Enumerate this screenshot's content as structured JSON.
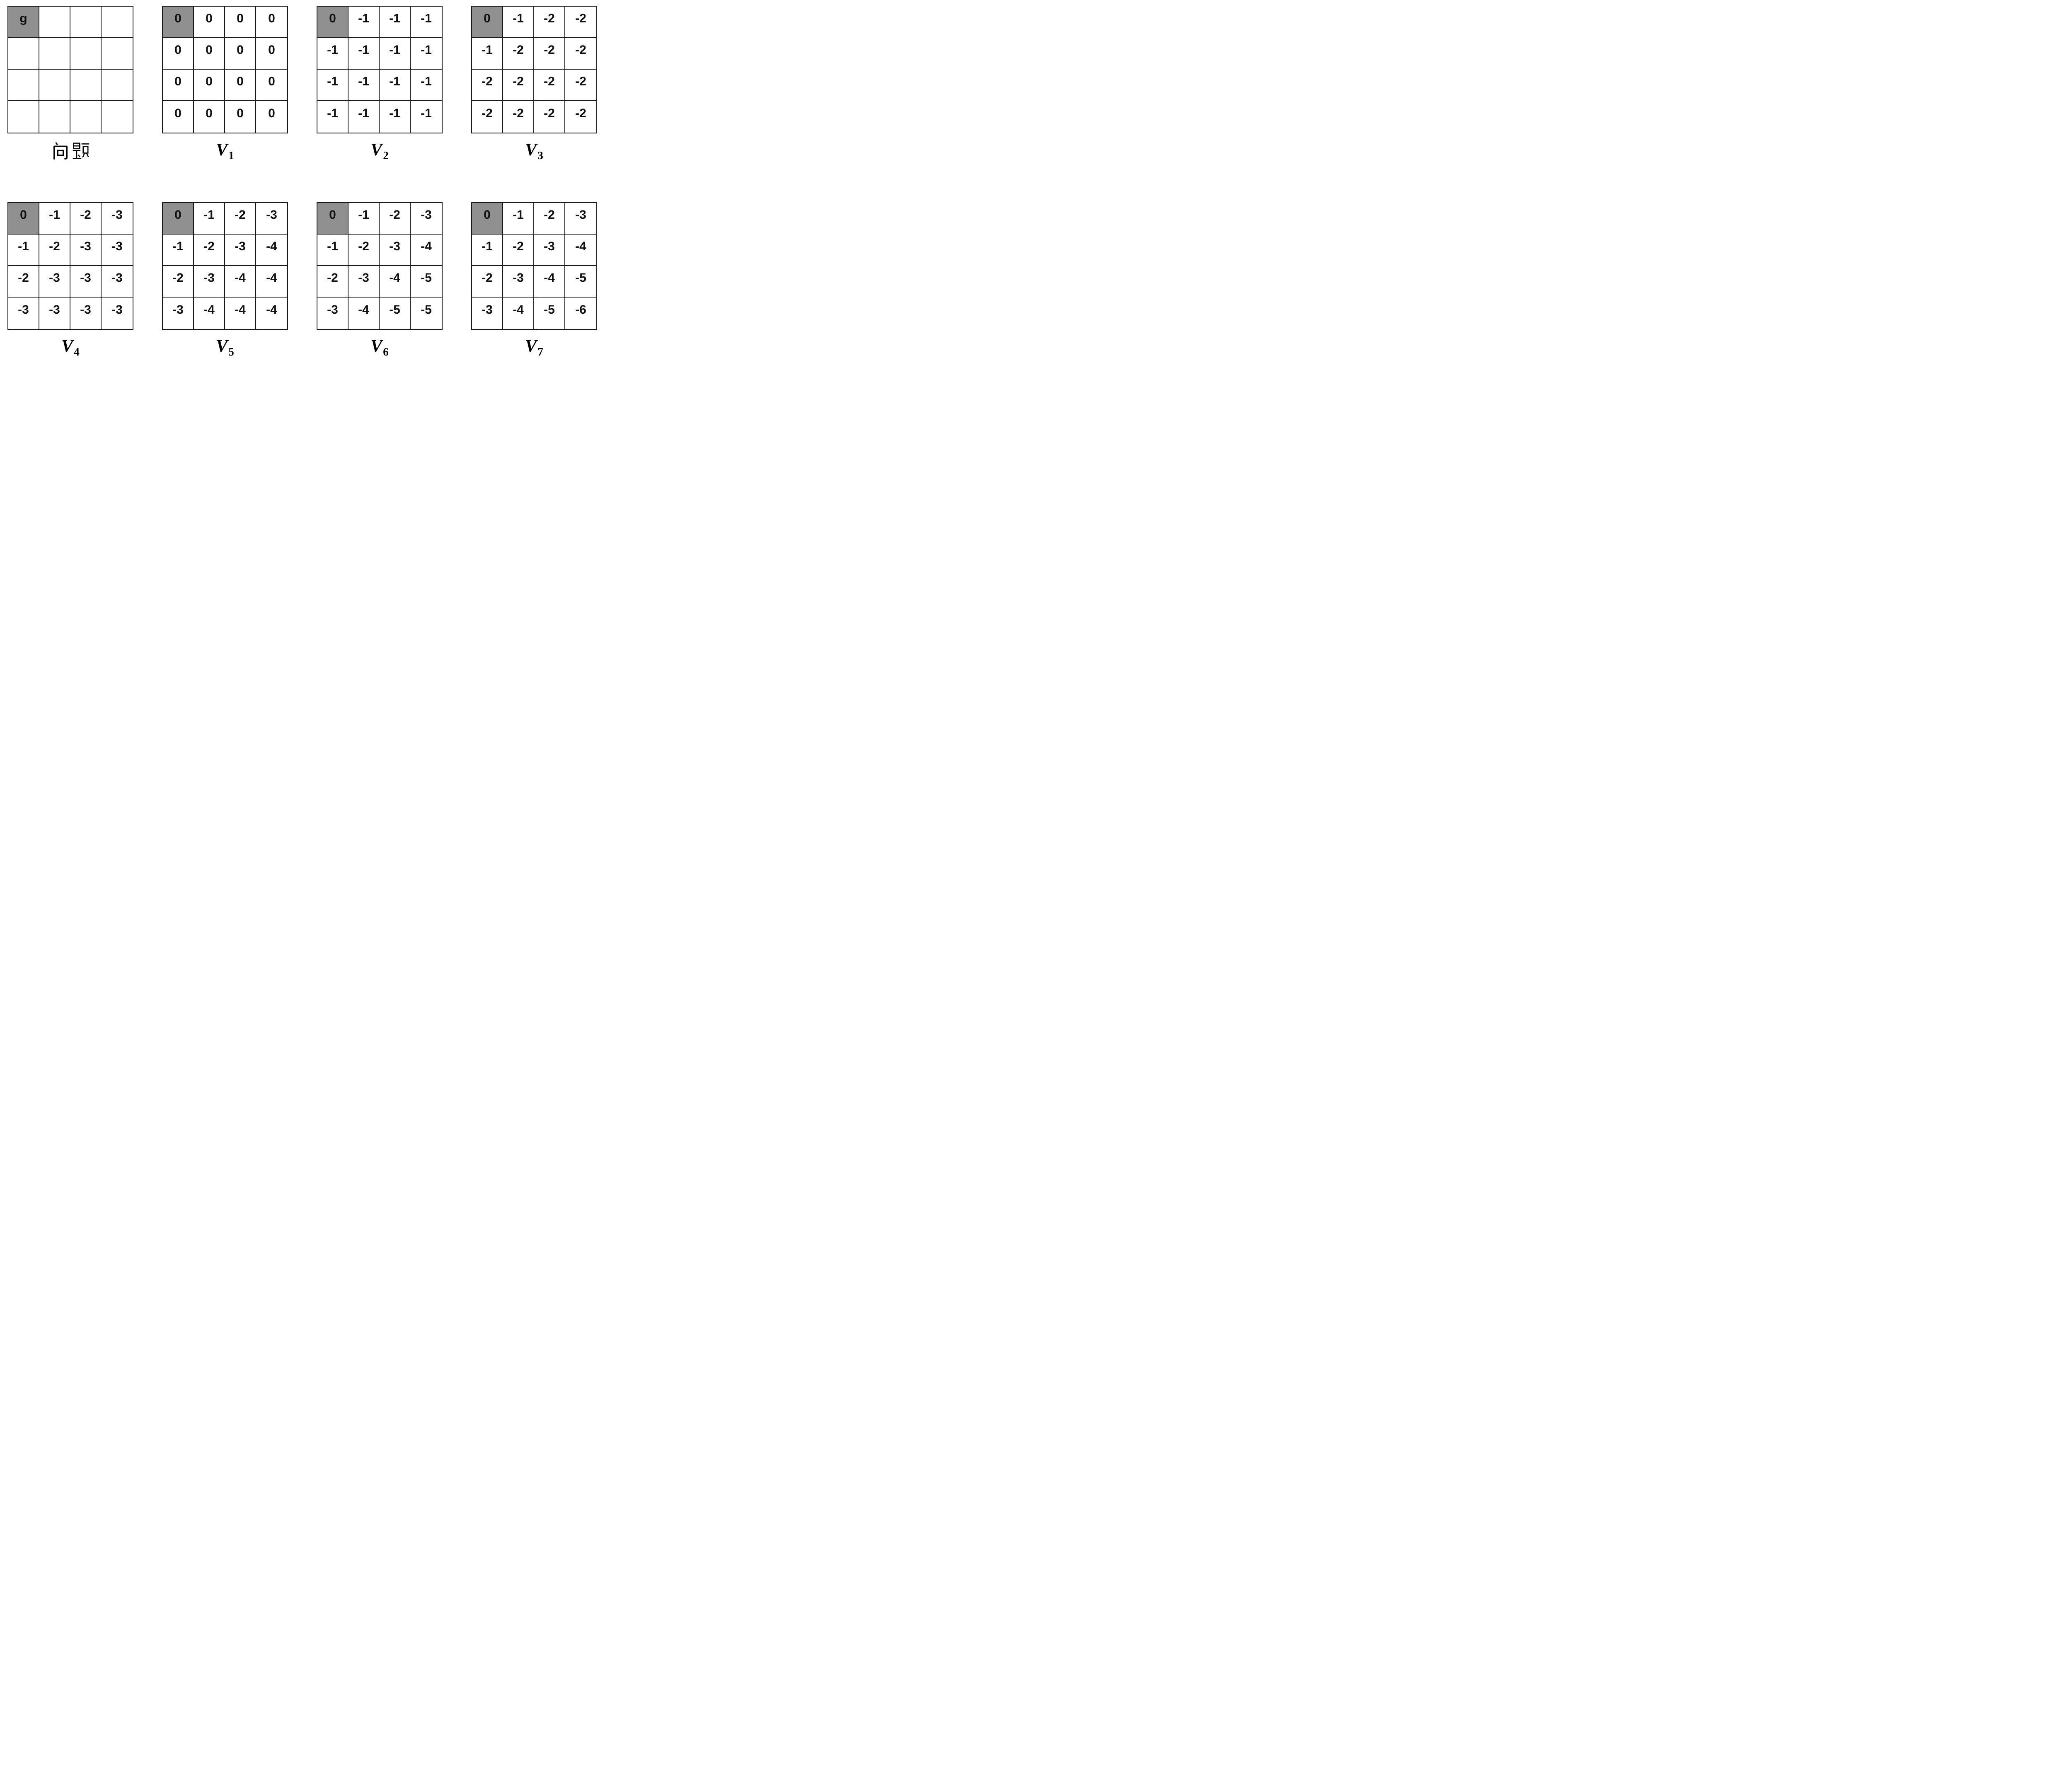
{
  "colors": {
    "background": "#ffffff",
    "grid_line": "#1a1a1a",
    "goal_cell": "#909090",
    "text": "#111111"
  },
  "panels": [
    {
      "id": "problem",
      "label": "问题",
      "goal": [
        0,
        0
      ],
      "cells": [
        [
          "g",
          "",
          "",
          ""
        ],
        [
          "",
          "",
          "",
          ""
        ],
        [
          "",
          "",
          "",
          ""
        ],
        [
          "",
          "",
          "",
          ""
        ]
      ]
    },
    {
      "id": "v1",
      "label": "V1",
      "label_base": "V",
      "label_sub": "1",
      "goal": [
        0,
        0
      ],
      "cells": [
        [
          "0",
          "0",
          "0",
          "0"
        ],
        [
          "0",
          "0",
          "0",
          "0"
        ],
        [
          "0",
          "0",
          "0",
          "0"
        ],
        [
          "0",
          "0",
          "0",
          "0"
        ]
      ]
    },
    {
      "id": "v2",
      "label": "V2",
      "label_base": "V",
      "label_sub": "2",
      "goal": [
        0,
        0
      ],
      "cells": [
        [
          "0",
          "-1",
          "-1",
          "-1"
        ],
        [
          "-1",
          "-1",
          "-1",
          "-1"
        ],
        [
          "-1",
          "-1",
          "-1",
          "-1"
        ],
        [
          "-1",
          "-1",
          "-1",
          "-1"
        ]
      ]
    },
    {
      "id": "v3",
      "label": "V3",
      "label_base": "V",
      "label_sub": "3",
      "goal": [
        0,
        0
      ],
      "cells": [
        [
          "0",
          "-1",
          "-2",
          "-2"
        ],
        [
          "-1",
          "-2",
          "-2",
          "-2"
        ],
        [
          "-2",
          "-2",
          "-2",
          "-2"
        ],
        [
          "-2",
          "-2",
          "-2",
          "-2"
        ]
      ]
    },
    {
      "id": "v4",
      "label": "V4",
      "label_base": "V",
      "label_sub": "4",
      "goal": [
        0,
        0
      ],
      "cells": [
        [
          "0",
          "-1",
          "-2",
          "-3"
        ],
        [
          "-1",
          "-2",
          "-3",
          "-3"
        ],
        [
          "-2",
          "-3",
          "-3",
          "-3"
        ],
        [
          "-3",
          "-3",
          "-3",
          "-3"
        ]
      ]
    },
    {
      "id": "v5",
      "label": "V5",
      "label_base": "V",
      "label_sub": "5",
      "goal": [
        0,
        0
      ],
      "cells": [
        [
          "0",
          "-1",
          "-2",
          "-3"
        ],
        [
          "-1",
          "-2",
          "-3",
          "-4"
        ],
        [
          "-2",
          "-3",
          "-4",
          "-4"
        ],
        [
          "-3",
          "-4",
          "-4",
          "-4"
        ]
      ]
    },
    {
      "id": "v6",
      "label": "V6",
      "label_base": "V",
      "label_sub": "6",
      "goal": [
        0,
        0
      ],
      "cells": [
        [
          "0",
          "-1",
          "-2",
          "-3"
        ],
        [
          "-1",
          "-2",
          "-3",
          "-4"
        ],
        [
          "-2",
          "-3",
          "-4",
          "-5"
        ],
        [
          "-3",
          "-4",
          "-5",
          "-5"
        ]
      ]
    },
    {
      "id": "v7",
      "label": "V7",
      "label_base": "V",
      "label_sub": "7",
      "goal": [
        0,
        0
      ],
      "cells": [
        [
          "0",
          "-1",
          "-2",
          "-3"
        ],
        [
          "-1",
          "-2",
          "-3",
          "-4"
        ],
        [
          "-2",
          "-3",
          "-4",
          "-5"
        ],
        [
          "-3",
          "-4",
          "-5",
          "-6"
        ]
      ]
    }
  ]
}
